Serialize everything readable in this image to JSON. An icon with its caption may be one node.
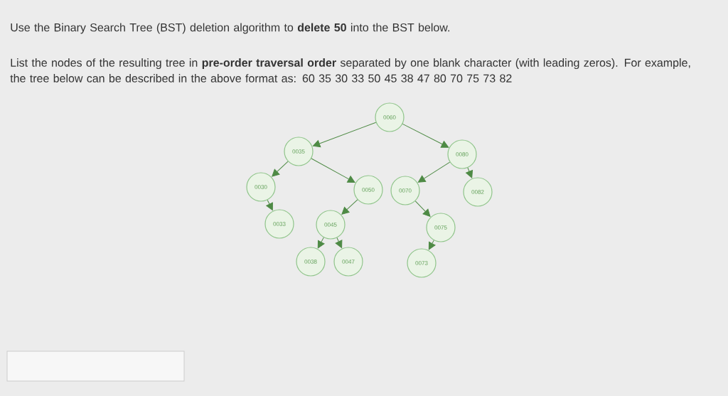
{
  "diagram": {
    "nodes": [
      {
        "text": [
          "0060"
        ]
      },
      {
        "text": [
          "0035"
        ]
      },
      {
        "text": [
          "0080"
        ]
      },
      {
        "text": [
          "0030"
        ]
      },
      {
        "text": [
          "0050"
        ]
      },
      {
        "text": [
          "0070"
        ]
      },
      {
        "text": [
          "0082"
        ]
      },
      {
        "text": [
          "0033"
        ]
      },
      {
        "text": [
          "0045"
        ]
      },
      {
        "text": [
          "0075"
        ]
      },
      {
        "text": [
          "0038"
        ]
      },
      {
        "text": [
          "0047"
        ]
      },
      {
        "text": [
          "0073"
        ]
      }
    ],
    "edges": [
      {
        "from": 0,
        "to": 1,
        "arrow": "to"
      },
      {
        "from": 0,
        "to": 2,
        "arrow": "to"
      },
      {
        "from": 1,
        "to": 3,
        "arrow": "to"
      },
      {
        "from": 1,
        "to": 4,
        "arrow": "to"
      },
      {
        "from": 3,
        "to": 7,
        "arrow": "to"
      },
      {
        "from": 4,
        "to": 8,
        "arrow": "to"
      },
      {
        "from": 8,
        "to": 10,
        "arrow": "to"
      },
      {
        "from": 8,
        "to": 11,
        "arrow": "to"
      },
      {
        "from": 2,
        "to": 5,
        "arrow": "to"
      },
      {
        "from": 2,
        "to": 6,
        "arrow": "to"
      },
      {
        "from": 5,
        "to": 9,
        "arrow": "to"
      },
      {
        "from": 9,
        "to": 12,
        "arrow": "to"
      }
    ],
    "labels": [
      "Use the Binary Search Tree (BST) deletion algorithm  to **delete 50** into the BST below.",
      "List the nodes of the resulting tree in **pre-order traversal order** separated by one blank character (with leading zeros). For example, the tree below can be described in the above format as: 60 35 30 33 50 45 38 47 80 70 75 73 82"
    ]
  }
}
